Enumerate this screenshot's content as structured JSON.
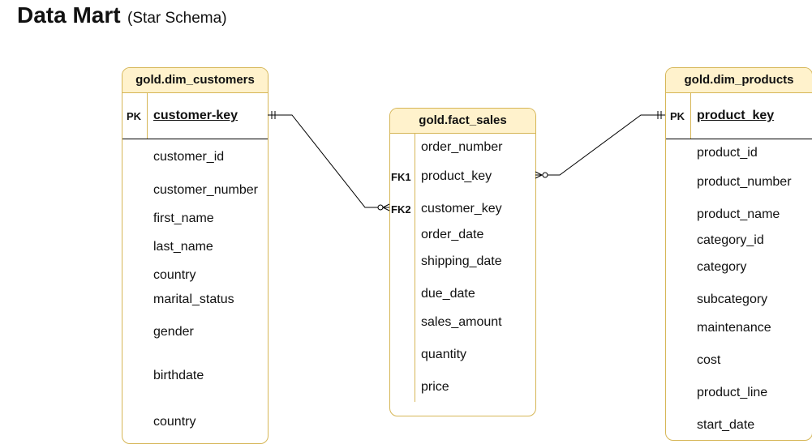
{
  "title": {
    "main": "Data Mart",
    "sub": "(Star Schema)"
  },
  "customers": {
    "header": "gold.dim_customers",
    "pk_label": "PK",
    "pk_field": "customer-key",
    "fields": [
      "customer_id",
      "customer_number",
      "first_name",
      "last_name",
      "country",
      "marital_status",
      "gender",
      "birthdate",
      "country"
    ]
  },
  "sales": {
    "header": "gold.fact_sales",
    "fk1_label": "FK1",
    "fk2_label": "FK2",
    "fields": [
      "order_number",
      "product_key",
      "customer_key",
      "order_date",
      "shipping_date",
      "due_date",
      "sales_amount",
      "quantity",
      "price"
    ]
  },
  "products": {
    "header": "gold.dim_products",
    "pk_label": "PK",
    "pk_field": "product_key",
    "fields": [
      "product_id",
      "product_number",
      "product_name",
      "category_id",
      "category",
      "subcategory",
      "maintenance",
      "cost",
      "product_line",
      "start_date"
    ]
  },
  "colors": {
    "header_fill": "#fff2cc",
    "border": "#d6b656",
    "line": "#000000"
  }
}
